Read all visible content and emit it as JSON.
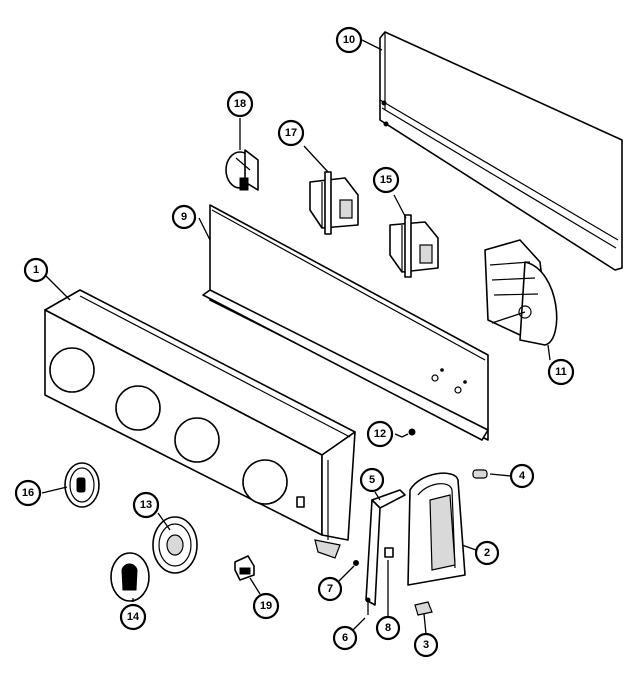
{
  "callouts": [
    {
      "id": "1",
      "label": "1"
    },
    {
      "id": "2",
      "label": "2"
    },
    {
      "id": "3",
      "label": "3"
    },
    {
      "id": "4",
      "label": "4"
    },
    {
      "id": "5",
      "label": "5"
    },
    {
      "id": "6",
      "label": "6"
    },
    {
      "id": "7",
      "label": "7"
    },
    {
      "id": "8",
      "label": "8"
    },
    {
      "id": "9",
      "label": "9"
    },
    {
      "id": "10",
      "label": "10"
    },
    {
      "id": "11",
      "label": "11"
    },
    {
      "id": "12",
      "label": "12"
    },
    {
      "id": "13",
      "label": "13"
    },
    {
      "id": "14",
      "label": "14"
    },
    {
      "id": "15",
      "label": "15"
    },
    {
      "id": "16",
      "label": "16"
    },
    {
      "id": "17",
      "label": "17"
    },
    {
      "id": "18",
      "label": "18"
    },
    {
      "id": "19",
      "label": "19"
    }
  ],
  "colors": {
    "line": "#000000",
    "background": "#ffffff",
    "shade": "#d9d9d9"
  }
}
